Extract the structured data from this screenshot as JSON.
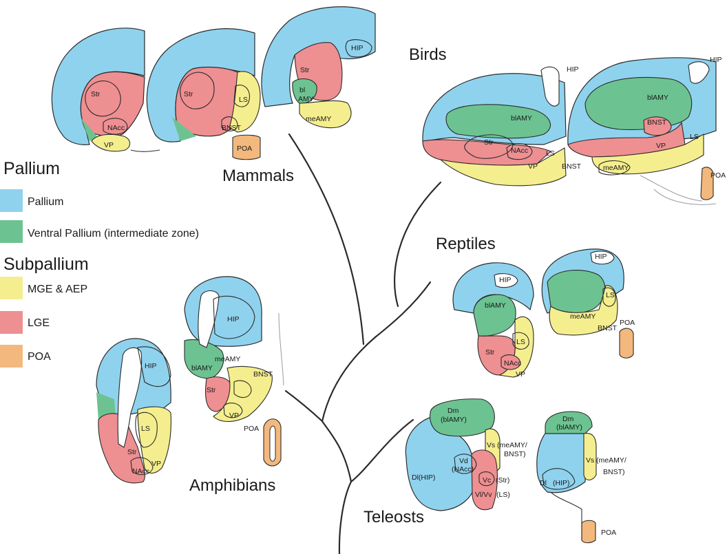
{
  "colors": {
    "pallium": "#8fd2ee",
    "ventral_pallium": "#6cc391",
    "mge_aep": "#f5ee8e",
    "lge": "#ee8f92",
    "poa": "#f3b87d",
    "line": "#2a2a2a",
    "gray_line": "#9a9a9a"
  },
  "taxa": {
    "mammals": "Mammals",
    "birds": "Birds",
    "reptiles": "Reptiles",
    "amphibians": "Amphibians",
    "teleosts": "Teleosts"
  },
  "legend": {
    "pallium_header": "Pallium",
    "subpallium_header": "Subpallium",
    "items": [
      {
        "label": "Pallium",
        "color": "#8fd2ee"
      },
      {
        "label": "Ventral Pallium (intermediate zone)",
        "color": "#6cc391"
      },
      {
        "label": "MGE & AEP",
        "color": "#f5ee8e"
      },
      {
        "label": "LGE",
        "color": "#ee8f92"
      },
      {
        "label": "POA",
        "color": "#f3b87d"
      }
    ]
  },
  "labels": {
    "str": "Str",
    "nacc": "NAcc",
    "vp": "VP",
    "ls": "LS",
    "bnst": "BNST",
    "poa": "POA",
    "hip": "HIP",
    "bl": "bl",
    "amy": "AMY",
    "meamy": "meAMY",
    "blamy": "blAMY",
    "dm": "Dm",
    "blamy_paren": "(blAMY)",
    "vs": "Vs",
    "meamy_slash": "(meAMY/",
    "bnst_paren": "BNST)",
    "vd": "Vd",
    "nacc_paren": "(NAcc)",
    "vc": "Vc",
    "str_paren": "(Str)",
    "vlvv": "Vl/Vv",
    "ls_paren": "(LS)",
    "dl_hip": "Dl(HIP)",
    "dl": "Dl",
    "hip_paren": "(HIP)",
    "nacc_amph": "NAcc"
  }
}
